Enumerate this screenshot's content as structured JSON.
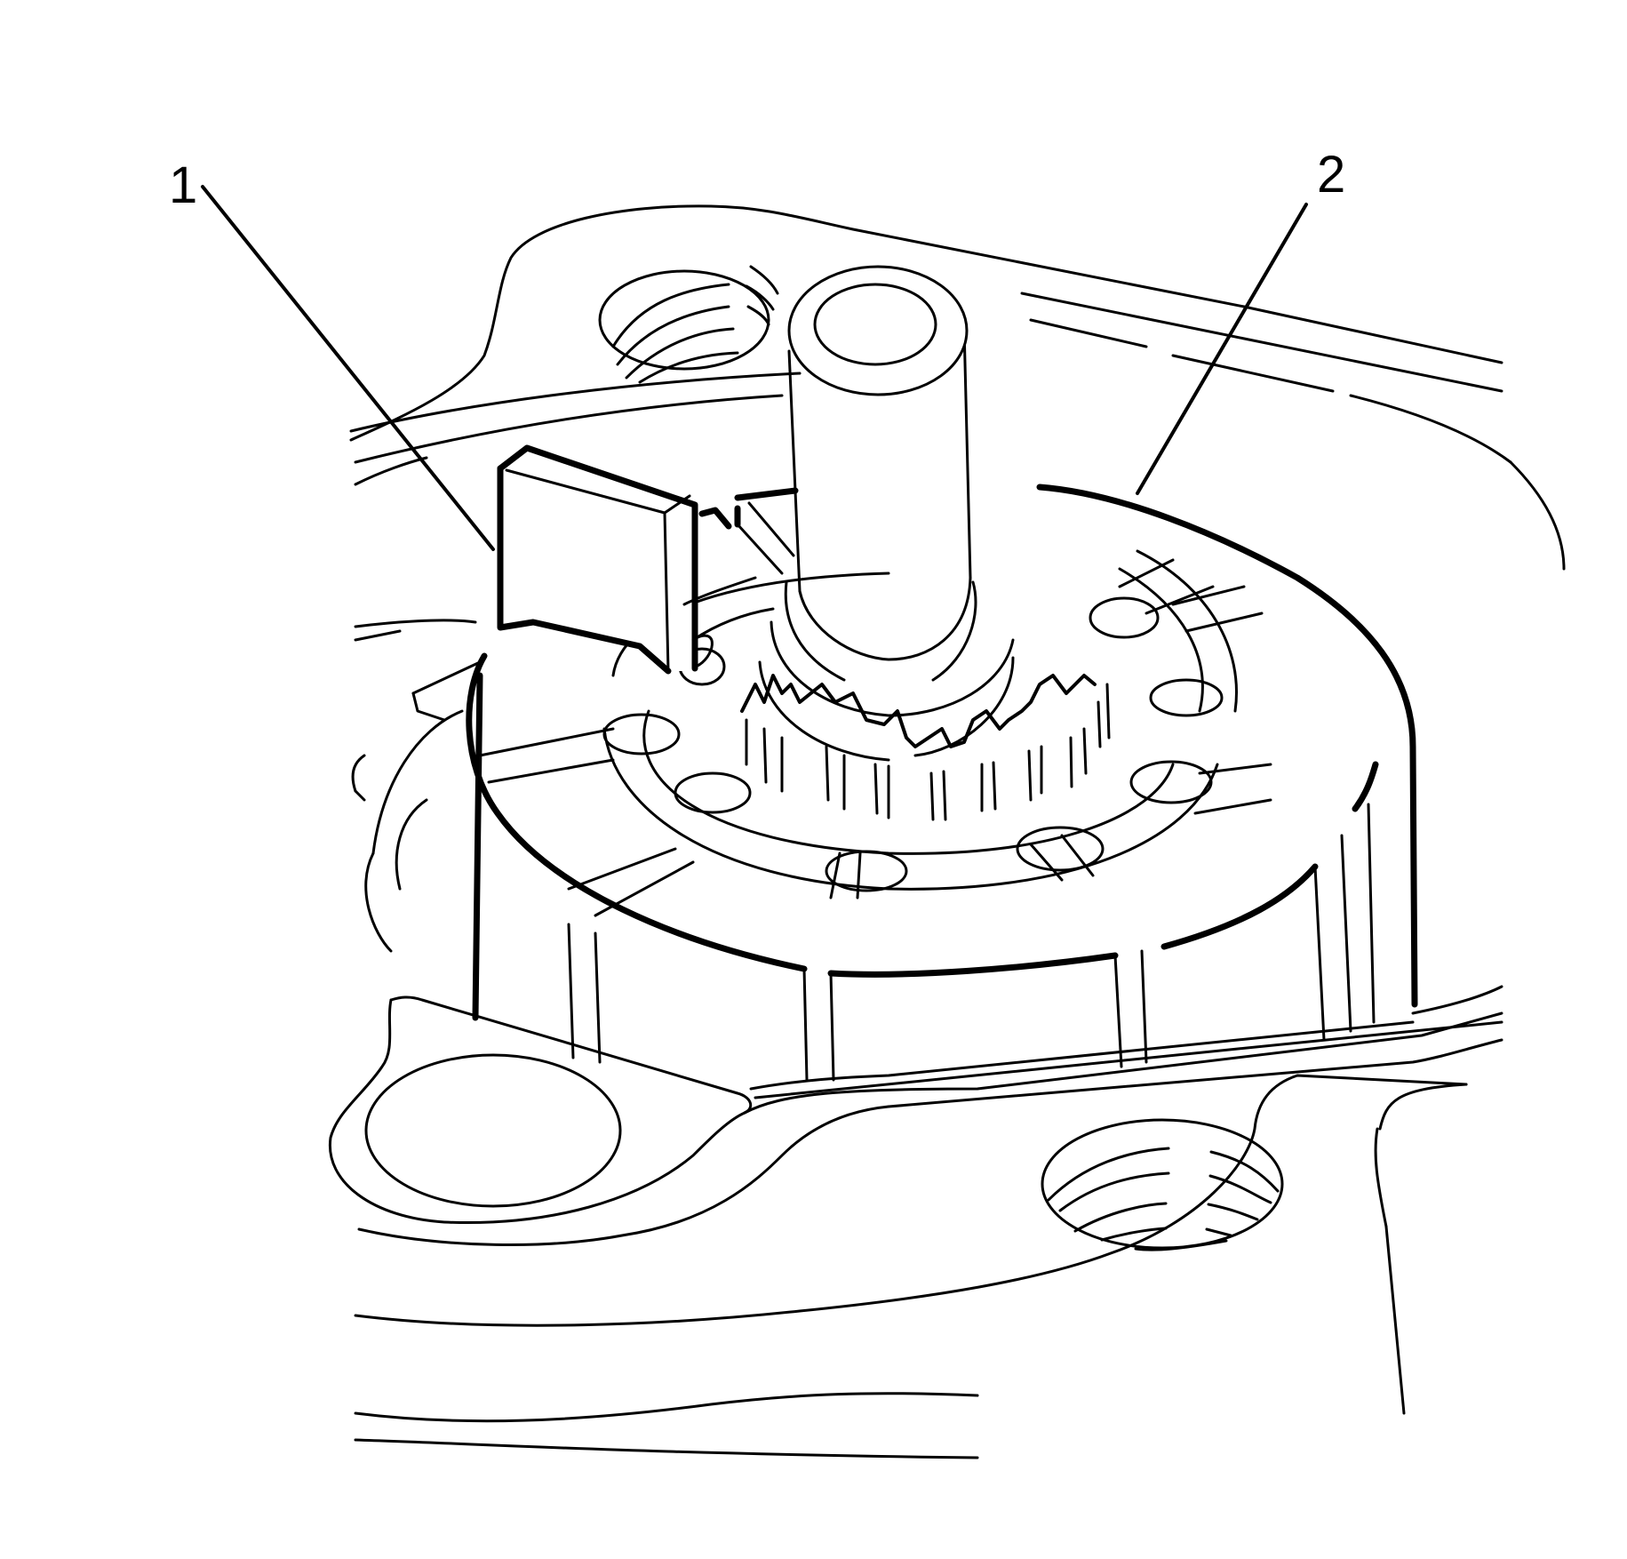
{
  "figure": {
    "background": "#ffffff",
    "line_color": "#000000",
    "callouts": [
      {
        "number": "1",
        "target": "tab-tool"
      },
      {
        "number": "2",
        "target": "outer-ring-edge"
      }
    ]
  }
}
